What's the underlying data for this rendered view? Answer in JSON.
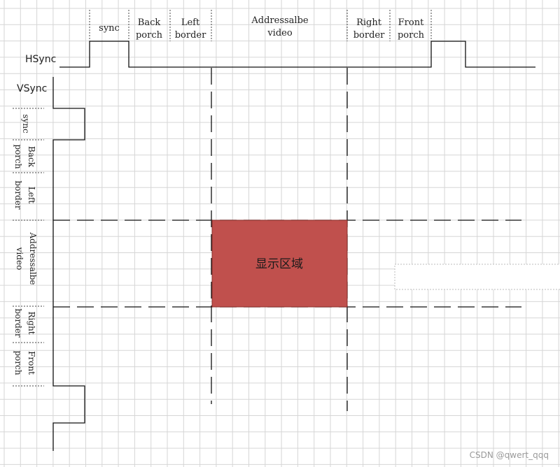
{
  "hsync": {
    "label": "HSync",
    "segments": [
      {
        "line1": "sync",
        "line2": ""
      },
      {
        "line1": "Back",
        "line2": "porch"
      },
      {
        "line1": "Left",
        "line2": "border"
      },
      {
        "line1": "Addressalbe",
        "line2": "video"
      },
      {
        "line1": "Right",
        "line2": "border"
      },
      {
        "line1": "Front",
        "line2": "porch"
      }
    ]
  },
  "vsync": {
    "label": "VSync",
    "segments": [
      {
        "line1": "sync",
        "line2": ""
      },
      {
        "line1": "Back",
        "line2": "porch"
      },
      {
        "line1": "Left",
        "line2": "border"
      },
      {
        "line1": "Addressalbe",
        "line2": "video"
      },
      {
        "line1": "Right",
        "line2": "border"
      },
      {
        "line1": "Front",
        "line2": "porch"
      }
    ]
  },
  "display_area": {
    "label": "显示区域",
    "color": "#c0504d"
  },
  "watermark": "CSDN @qwert_qqq"
}
